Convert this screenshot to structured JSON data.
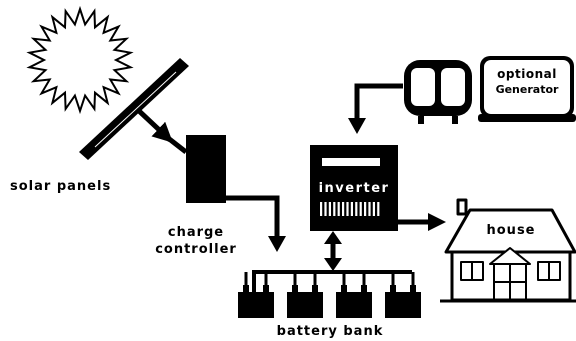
{
  "labels": {
    "solar_panels": "solar panels",
    "charge": "charge",
    "controller": "controller",
    "inverter": "inverter",
    "optional": "optional",
    "generator": "Generator",
    "house": "house",
    "battery_bank": "battery bank"
  },
  "colors": {
    "ink": "#000000",
    "paper": "#ffffff"
  }
}
